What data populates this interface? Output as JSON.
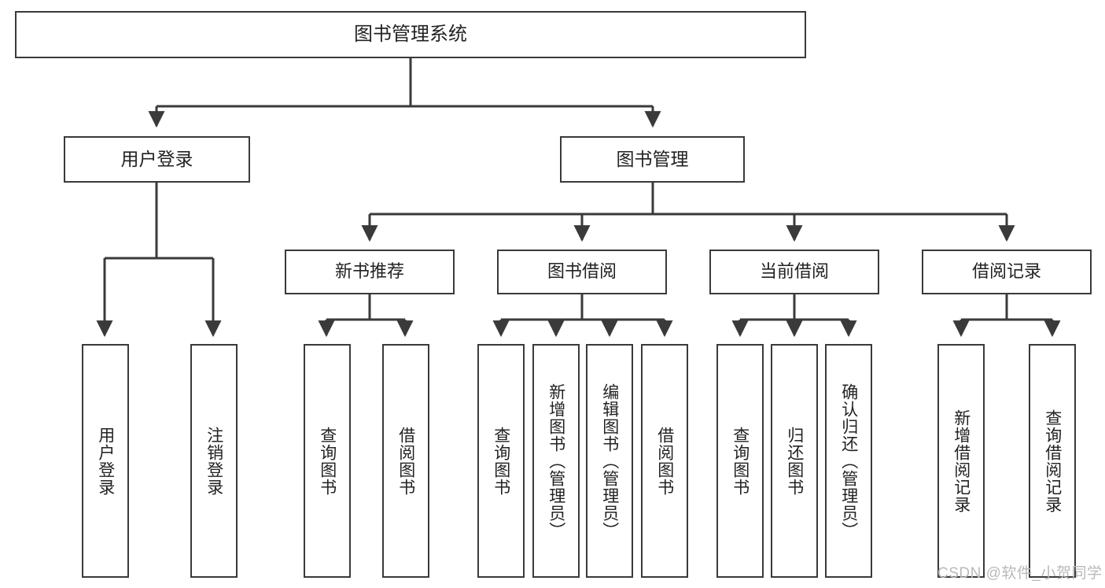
{
  "diagram": {
    "type": "tree",
    "title": "图书管理系统",
    "watermark": "CSDN @软件_小贺同学",
    "colors": {
      "stroke": "#3a3a3a",
      "fill": "#ffffff",
      "text": "#222222",
      "watermark": "#b9b9b9"
    },
    "root": {
      "label": "图书管理系统"
    },
    "level2": [
      {
        "label": "用户登录"
      },
      {
        "label": "图书管理"
      }
    ],
    "level3": [
      {
        "label": "新书推荐"
      },
      {
        "label": "图书借阅"
      },
      {
        "label": "当前借阅"
      },
      {
        "label": "借阅记录"
      }
    ],
    "leaves": {
      "user_login": [
        {
          "label": "用户登录"
        },
        {
          "label": "注销登录"
        }
      ],
      "new_book_recommend": [
        {
          "label": "查询图书"
        },
        {
          "label": "借阅图书"
        }
      ],
      "book_borrow": [
        {
          "label": "查询图书"
        },
        {
          "label": "新增图书（管理员）"
        },
        {
          "label": "编辑图书（管理员）"
        },
        {
          "label": "借阅图书"
        }
      ],
      "current_borrow": [
        {
          "label": "查询图书"
        },
        {
          "label": "归还图书"
        },
        {
          "label": "确认归还（管理员）"
        }
      ],
      "borrow_records": [
        {
          "label": "新增借阅记录"
        },
        {
          "label": "查询借阅记录"
        }
      ]
    }
  }
}
